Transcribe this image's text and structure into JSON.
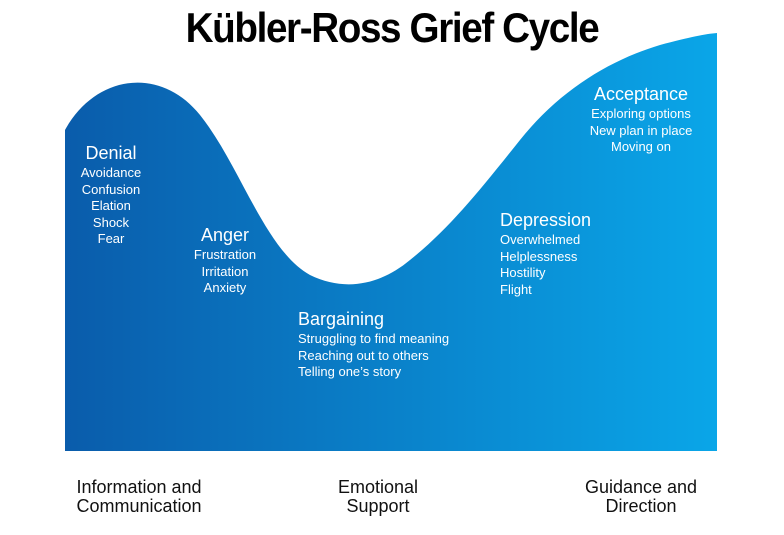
{
  "title": "Kübler-Ross Grief Cycle",
  "colors": {
    "gradient_start": "#0a5cab",
    "gradient_end": "#0aa6e8",
    "text_on_wave": "#ffffff",
    "title": "#000000"
  },
  "stages": [
    {
      "name": "Denial",
      "items": [
        "Avoidance",
        "Confusion",
        "Elation",
        "Shock",
        "Fear"
      ]
    },
    {
      "name": "Anger",
      "items": [
        "Frustration",
        "Irritation",
        "Anxiety"
      ]
    },
    {
      "name": "Bargaining",
      "items": [
        "Struggling to find meaning",
        "Reaching out to others",
        "Telling one’s story"
      ]
    },
    {
      "name": "Depression",
      "items": [
        "Overwhelmed",
        "Helplessness",
        "Hostility",
        "Flight"
      ]
    },
    {
      "name": "Acceptance",
      "items": [
        "Exploring options",
        "New plan in place",
        "Moving on"
      ]
    }
  ],
  "footer": [
    {
      "line1": "Information and",
      "line2": "Communication"
    },
    {
      "line1": "Emotional",
      "line2": "Support"
    },
    {
      "line1": "Guidance and",
      "line2": "Direction"
    }
  ]
}
